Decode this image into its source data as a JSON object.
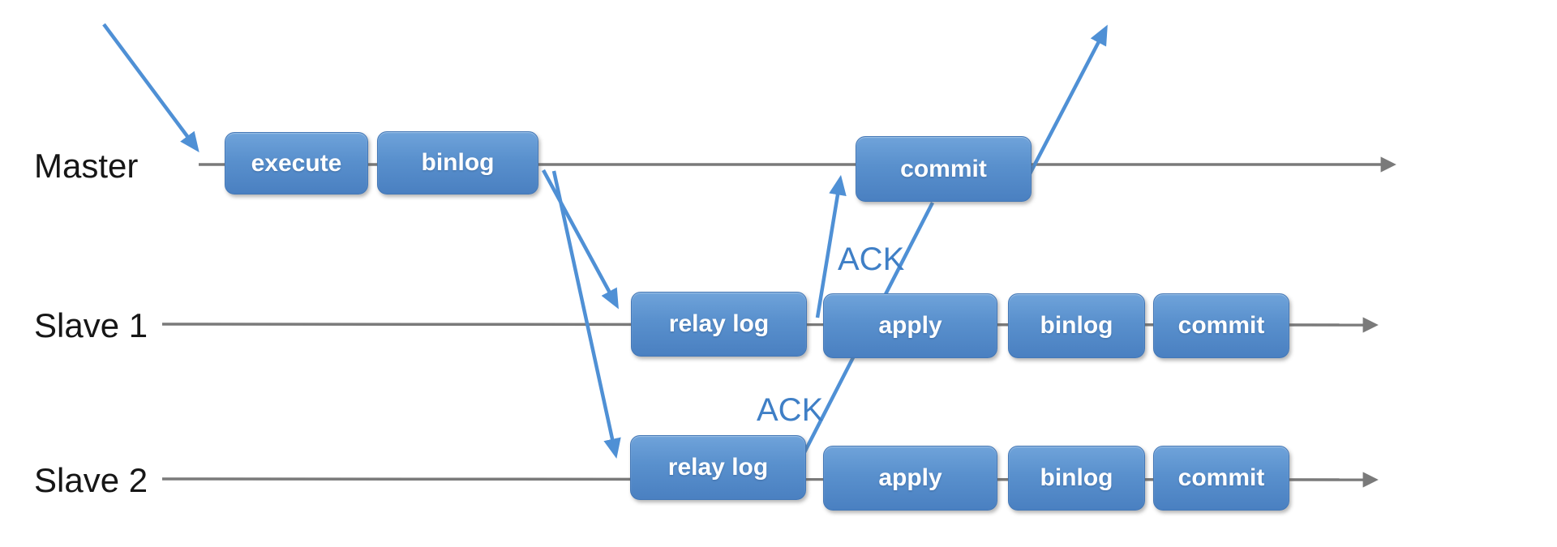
{
  "diagram": {
    "lanes": {
      "master": {
        "label": "Master",
        "boxes": [
          "execute",
          "binlog",
          "commit"
        ]
      },
      "slave1": {
        "label": "Slave 1",
        "boxes": [
          "relay log",
          "apply",
          "binlog",
          "commit"
        ]
      },
      "slave2": {
        "label": "Slave 2",
        "boxes": [
          "relay log",
          "apply",
          "binlog",
          "commit"
        ]
      }
    },
    "annotations": {
      "ack_slave1": "ACK",
      "ack_slave2": "ACK"
    },
    "connections": [
      "client-request-to-master-timeline",
      "master-binlog-to-slave1-relay-log",
      "master-binlog-to-slave2-relay-log",
      "slave1-ack-to-master-before-commit",
      "slave2-ack-to-master-commit",
      "master-commit-reply-to-client"
    ],
    "colors": {
      "box_blue_top": "#6fa3da",
      "box_blue_bottom": "#4a80c1",
      "arrow_blue": "#4f90d5",
      "ack_text_blue": "#3f7fc6",
      "timeline_gray": "#7a7a7a",
      "label_black": "#161616",
      "box_text_white": "#ffffff",
      "background": "#ffffff"
    }
  }
}
